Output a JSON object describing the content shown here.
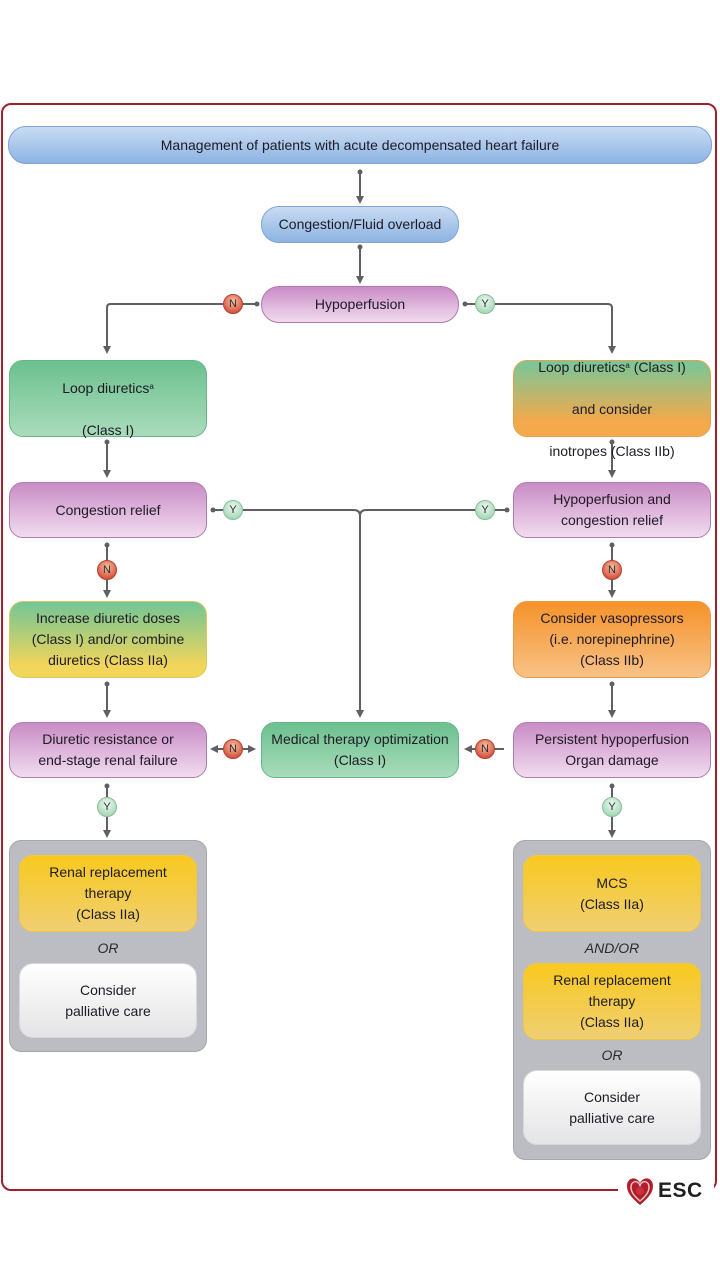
{
  "title": "Management of patients with acute decompensated heart failure",
  "nodes": {
    "congestion": "Congestion/Fluid overload",
    "hypoperfusion": "Hypoperfusion",
    "loop_diuretics_left": {
      "text": "Loop diuretics",
      "sup": "a",
      "line2": "(Class I)"
    },
    "loop_diuretics_right": {
      "line1a": "Loop diuretics",
      "sup": "a",
      "line1b": " (Class I)",
      "line2": "and consider",
      "line3": "inotropes (Class IIb)"
    },
    "congestion_relief": "Congestion relief",
    "hypo_congestion_relief": "Hypoperfusion and\ncongestion relief",
    "increase_diuretic": "Increase diuretic doses\n(Class I) and/or combine\ndiuretics (Class IIa)",
    "vasopressors": "Consider vasopressors\n(i.e. norepinephrine)\n(Class IIb)",
    "diuretic_resistance": "Diuretic resistance or\nend-stage renal failure",
    "medical_therapy": "Medical therapy optimization\n(Class I)",
    "persistent_hypo": "Persistent hypoperfusion\nOrgan damage",
    "rrt_left": "Renal replacement\ntherapy\n(Class IIa)",
    "or_left": "OR",
    "palliative_left": "Consider\npalliative care",
    "mcs": "MCS\n(Class IIa)",
    "and_or": "AND/OR",
    "rrt_right": "Renal replacement\ntherapy\n(Class IIa)",
    "or_right": "OR",
    "palliative_right": "Consider\npalliative care"
  },
  "badges": {
    "no": "N",
    "yes": "Y"
  },
  "logo": {
    "text": "ESC",
    "icon": "heart-icon"
  },
  "colors": {
    "frame": "#a0212b",
    "line": "#5f5f64",
    "no_badge": "#d4543f",
    "yes_badge": "#a9d9b8"
  }
}
